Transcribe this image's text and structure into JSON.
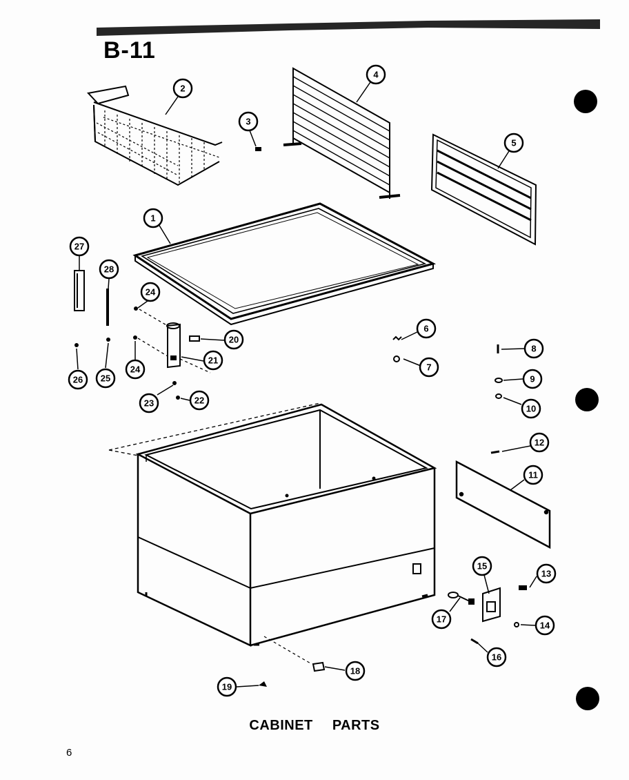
{
  "page_code": "B-11",
  "caption": "CABINET PARTS",
  "page_number": "6",
  "callouts": [
    "1",
    "2",
    "3",
    "4",
    "5",
    "6",
    "7",
    "8",
    "9",
    "10",
    "11",
    "12",
    "13",
    "14",
    "15",
    "16",
    "17",
    "18",
    "19",
    "20",
    "21",
    "22",
    "23",
    "24",
    "24",
    "25",
    "26",
    "27",
    "28"
  ],
  "colors": {
    "ink": "#000000",
    "paper": "#fdfdfd"
  }
}
